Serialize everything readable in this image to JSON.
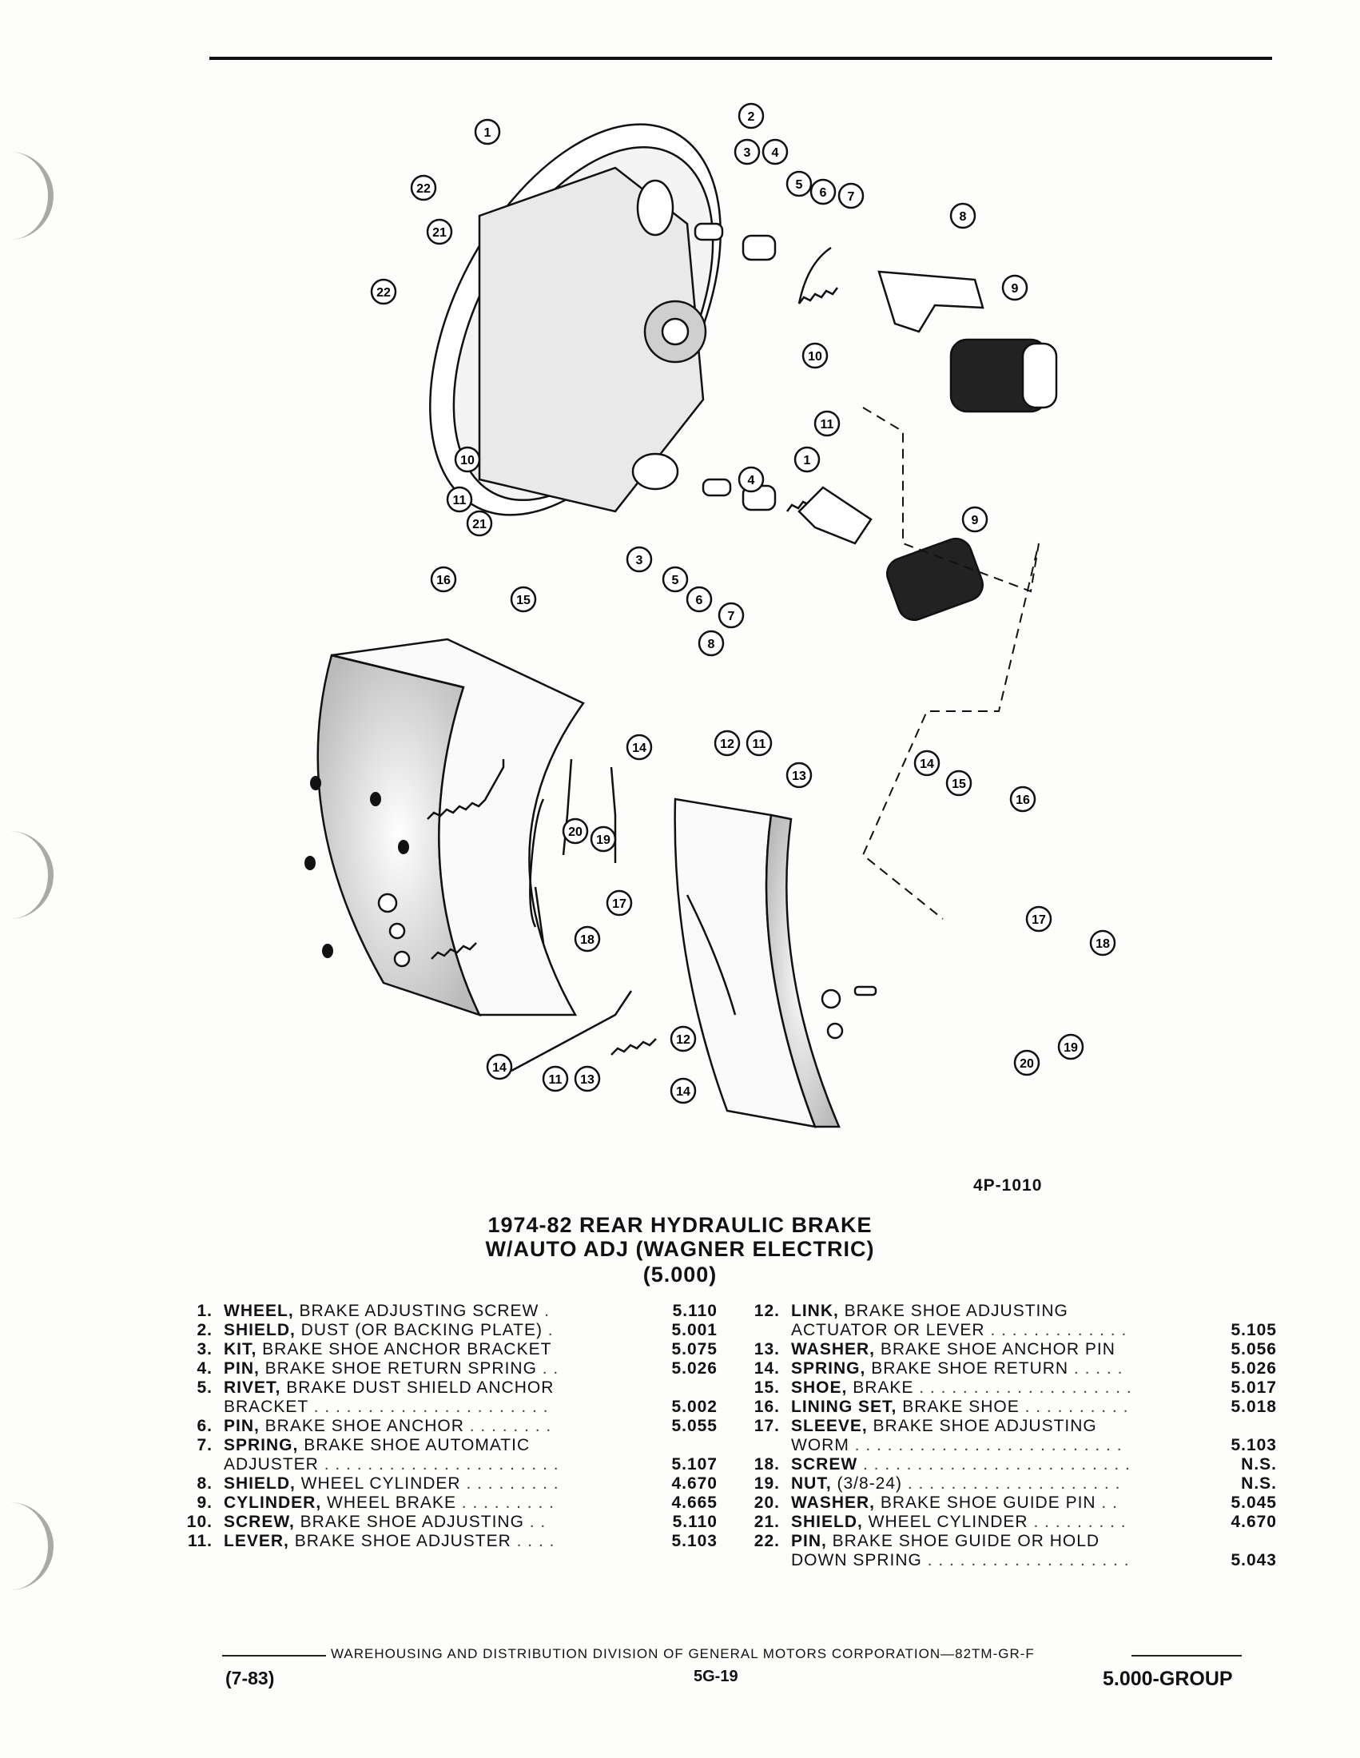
{
  "figure_code": "4P-1010",
  "title": {
    "line1": "1974-82 REAR HYDRAULIC BRAKE",
    "line2": "W/AUTO ADJ (WAGNER ELECTRIC)",
    "line3": "(5.000)"
  },
  "callouts": [
    "1",
    "2",
    "3",
    "4",
    "5",
    "6",
    "7",
    "8",
    "9",
    "10",
    "11",
    "12",
    "13",
    "14",
    "15",
    "16",
    "17",
    "18",
    "19",
    "20",
    "21",
    "22"
  ],
  "parts_left": [
    {
      "num": "1.",
      "name": "WHEEL,",
      "desc": " BRAKE ADJUSTING SCREW",
      "dots": " .",
      "code": "5.110"
    },
    {
      "num": "2.",
      "name": "SHIELD,",
      "desc": " DUST (OR BACKING PLATE)",
      "dots": " .",
      "code": "5.001"
    },
    {
      "num": "3.",
      "name": "KIT,",
      "desc": " BRAKE SHOE ANCHOR BRACKET",
      "dots": "",
      "code": "5.075"
    },
    {
      "num": "4.",
      "name": "PIN,",
      "desc": " BRAKE SHOE RETURN SPRING",
      "dots": " . .",
      "code": "5.026"
    },
    {
      "num": "5.",
      "name": "RIVET,",
      "desc": " BRAKE DUST SHIELD ANCHOR",
      "dots": "",
      "code": ""
    },
    {
      "num": "",
      "name": "",
      "desc": "BRACKET",
      "dots": " . . . . . . . . . . . . . . . . . . . . . .",
      "code": "5.002"
    },
    {
      "num": "6.",
      "name": "PIN,",
      "desc": " BRAKE SHOE ANCHOR",
      "dots": " . . . . . . . .",
      "code": "5.055"
    },
    {
      "num": "7.",
      "name": "SPRING,",
      "desc": " BRAKE SHOE AUTOMATIC",
      "dots": "",
      "code": ""
    },
    {
      "num": "",
      "name": "",
      "desc": "ADJUSTER",
      "dots": " . . . . . . . . . . . . . . . . . . . . . .",
      "code": "5.107"
    },
    {
      "num": "8.",
      "name": "SHIELD,",
      "desc": " WHEEL CYLINDER",
      "dots": " . . . . . . . . .",
      "code": "4.670"
    },
    {
      "num": "9.",
      "name": "CYLINDER,",
      "desc": " WHEEL BRAKE",
      "dots": " . . . . . . . . .",
      "code": "4.665"
    },
    {
      "num": "10.",
      "name": "SCREW,",
      "desc": " BRAKE SHOE ADJUSTING",
      "dots": " . .",
      "code": "5.110"
    },
    {
      "num": "11.",
      "name": "LEVER,",
      "desc": " BRAKE SHOE ADJUSTER",
      "dots": " . . . .",
      "code": "5.103"
    }
  ],
  "parts_right": [
    {
      "num": "12.",
      "name": "LINK,",
      "desc": " BRAKE SHOE ADJUSTING",
      "dots": "",
      "code": ""
    },
    {
      "num": "",
      "name": "",
      "desc": "ACTUATOR OR LEVER",
      "dots": " . . . . . . . . . . . . .",
      "code": "5.105"
    },
    {
      "num": "13.",
      "name": "WASHER,",
      "desc": " BRAKE SHOE ANCHOR PIN",
      "dots": "",
      "code": "5.056"
    },
    {
      "num": "14.",
      "name": "SPRING,",
      "desc": " BRAKE SHOE RETURN",
      "dots": " . . . . .",
      "code": "5.026"
    },
    {
      "num": "15.",
      "name": "SHOE,",
      "desc": " BRAKE",
      "dots": " . . . . . . . . . . . . . . . . . . . .",
      "code": "5.017"
    },
    {
      "num": "16.",
      "name": "LINING SET,",
      "desc": " BRAKE SHOE",
      "dots": " . . . . . . . . . .",
      "code": "5.018"
    },
    {
      "num": "17.",
      "name": "SLEEVE,",
      "desc": " BRAKE SHOE ADJUSTING",
      "dots": "",
      "code": ""
    },
    {
      "num": "",
      "name": "",
      "desc": "WORM",
      "dots": " . . . . . . . . . . . . . . . . . . . . . . . . .",
      "code": "5.103"
    },
    {
      "num": "18.",
      "name": "SCREW",
      "desc": "",
      "dots": " . . . . . . . . . . . . . . . . . . . . . . . . .",
      "code": "N.S."
    },
    {
      "num": "19.",
      "name": "NUT,",
      "desc": " (3/8-24)",
      "dots": " . . . . . . . . . . . . . . . . . . . .",
      "code": "N.S."
    },
    {
      "num": "20.",
      "name": "WASHER,",
      "desc": " BRAKE SHOE GUIDE PIN",
      "dots": " . .",
      "code": "5.045"
    },
    {
      "num": "21.",
      "name": "SHIELD,",
      "desc": " WHEEL CYLINDER",
      "dots": " . . . . . . . . .",
      "code": "4.670"
    },
    {
      "num": "22.",
      "name": "PIN,",
      "desc": " BRAKE SHOE GUIDE OR HOLD",
      "dots": "",
      "code": ""
    },
    {
      "num": "",
      "name": "",
      "desc": "DOWN SPRING",
      "dots": " . . . . . . . . . . . . . . . . . . .",
      "code": "5.043"
    }
  ],
  "footer": {
    "center": "WAREHOUSING AND DISTRIBUTION  DIVISION OF GENERAL MOTORS CORPORATION—82TM-GR-F",
    "date": "(7-83)",
    "page": "5G-19",
    "group": "5.000-GROUP"
  }
}
